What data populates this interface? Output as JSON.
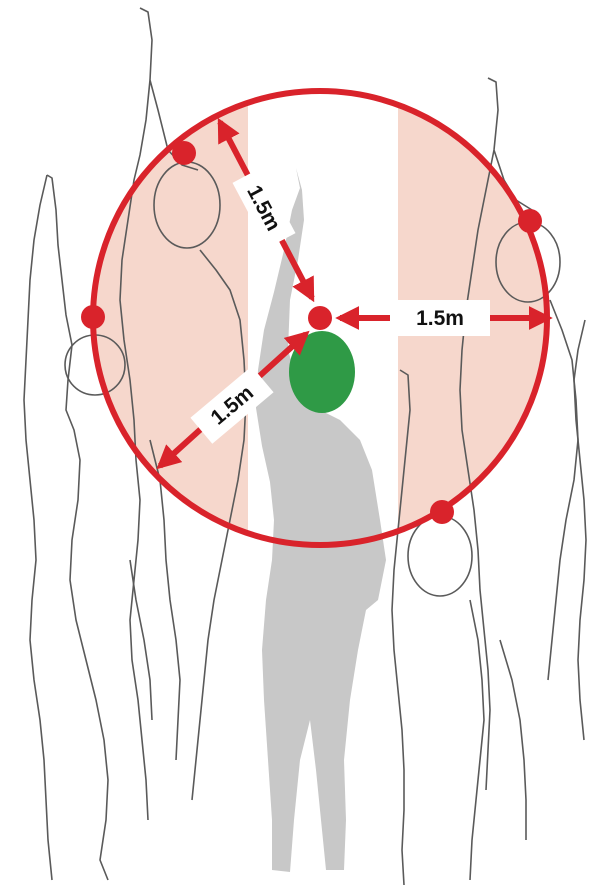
{
  "diagram": {
    "labels": {
      "upper_left": "1.5m",
      "right": "1.5m",
      "lower_left": "1.5m"
    },
    "colors": {
      "ring": "#d9232b",
      "shade": "#f6d7cc",
      "ball": "#2f9a46",
      "active_player": "#c8c8c8",
      "outline": "#5a5a5a"
    }
  }
}
